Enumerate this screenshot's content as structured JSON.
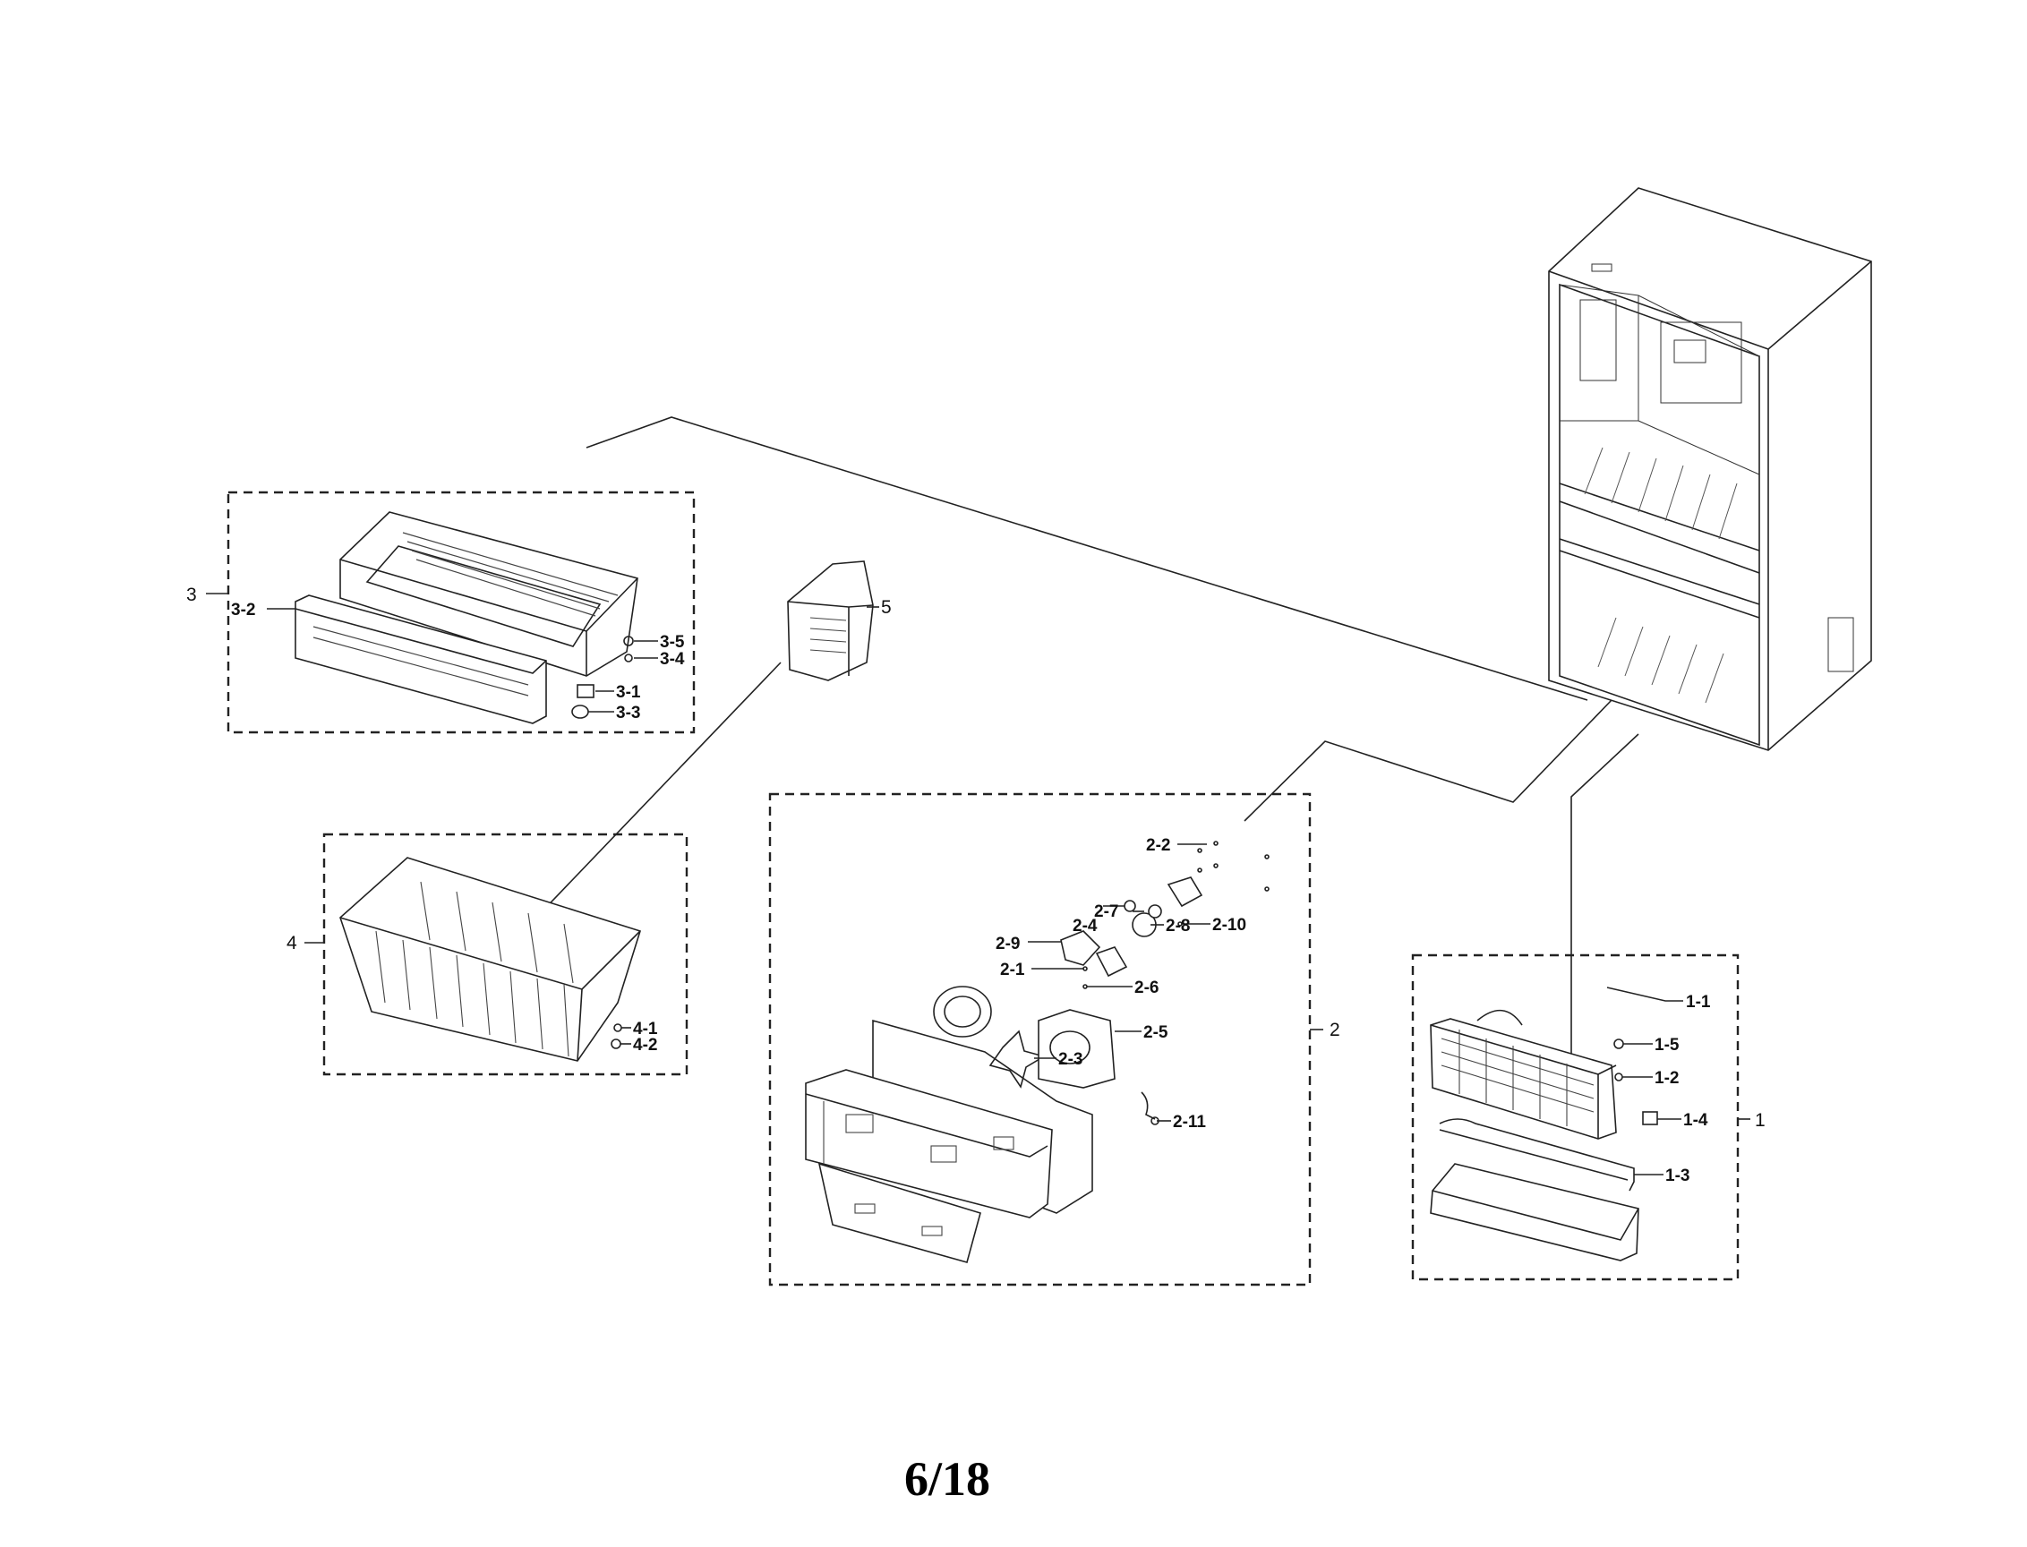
{
  "page_number": "6/18",
  "groups": [
    {
      "id": "1",
      "label": "1",
      "parts": [
        "1-1",
        "1-2",
        "1-3",
        "1-4",
        "1-5"
      ]
    },
    {
      "id": "2",
      "label": "2",
      "parts": [
        "2-1",
        "2-2",
        "2-3",
        "2-4",
        "2-5",
        "2-6",
        "2-7",
        "2-8",
        "2-9",
        "2-10",
        "2-11"
      ]
    },
    {
      "id": "3",
      "label": "3",
      "parts": [
        "3-1",
        "3-2",
        "3-3",
        "3-4",
        "3-5"
      ]
    },
    {
      "id": "4",
      "label": "4",
      "parts": [
        "4-1",
        "4-2"
      ]
    },
    {
      "id": "5",
      "label": "5",
      "parts": []
    }
  ]
}
